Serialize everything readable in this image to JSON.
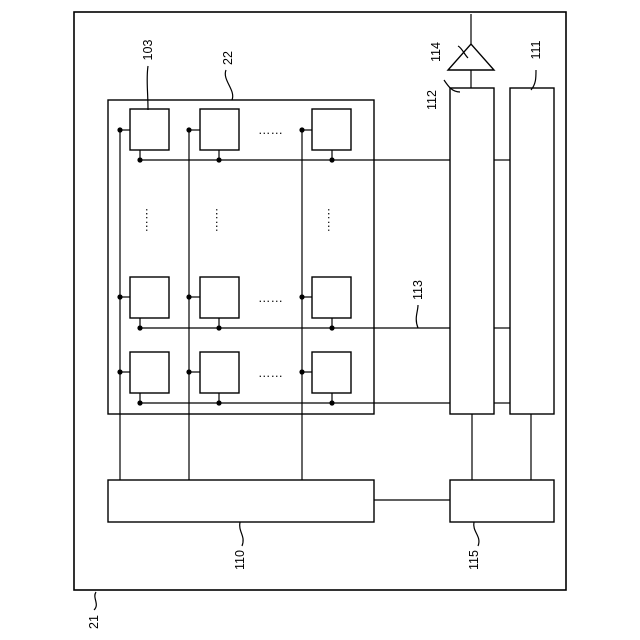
{
  "labels": {
    "device": "21",
    "pixel_array": "22",
    "pixel": "103",
    "vertical_scan_circuit": "110",
    "column_readout_circuit": "111",
    "signal_processing_circuit": "112",
    "signal_line": "113",
    "output_amplifier": "114",
    "control_circuit": "115"
  },
  "ellipsis": {
    "horizontal": "……",
    "vertical": "……"
  }
}
